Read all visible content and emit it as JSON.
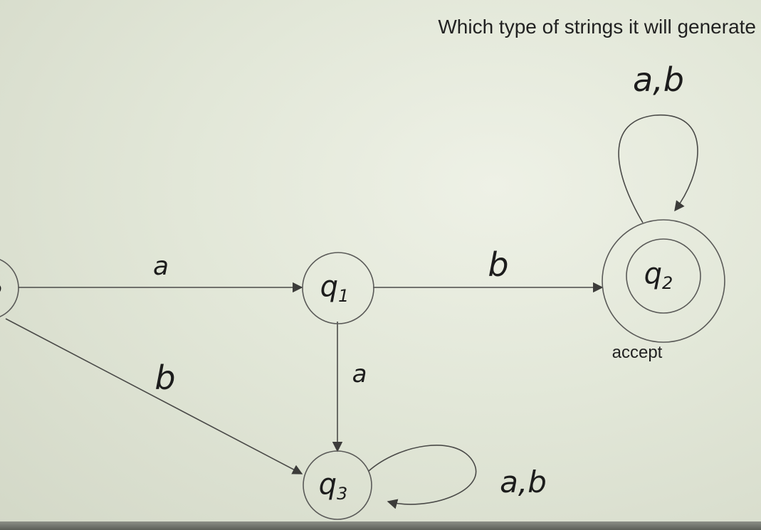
{
  "question": "Which type of strings it will generate",
  "states": {
    "q1": {
      "base": "q",
      "sub": "1"
    },
    "q2": {
      "base": "q",
      "sub": "2"
    },
    "q3": {
      "base": "q",
      "sub": "3"
    }
  },
  "accept_label": "accept",
  "transitions": {
    "q0_q1": "a",
    "q1_q2": "b",
    "q0_q3": "b",
    "q1_q3": "a",
    "q2_loop": "a,b",
    "q3_loop": "a,b"
  },
  "colors": {
    "ink": "#1c1c1c",
    "line": "#4a4a48"
  }
}
